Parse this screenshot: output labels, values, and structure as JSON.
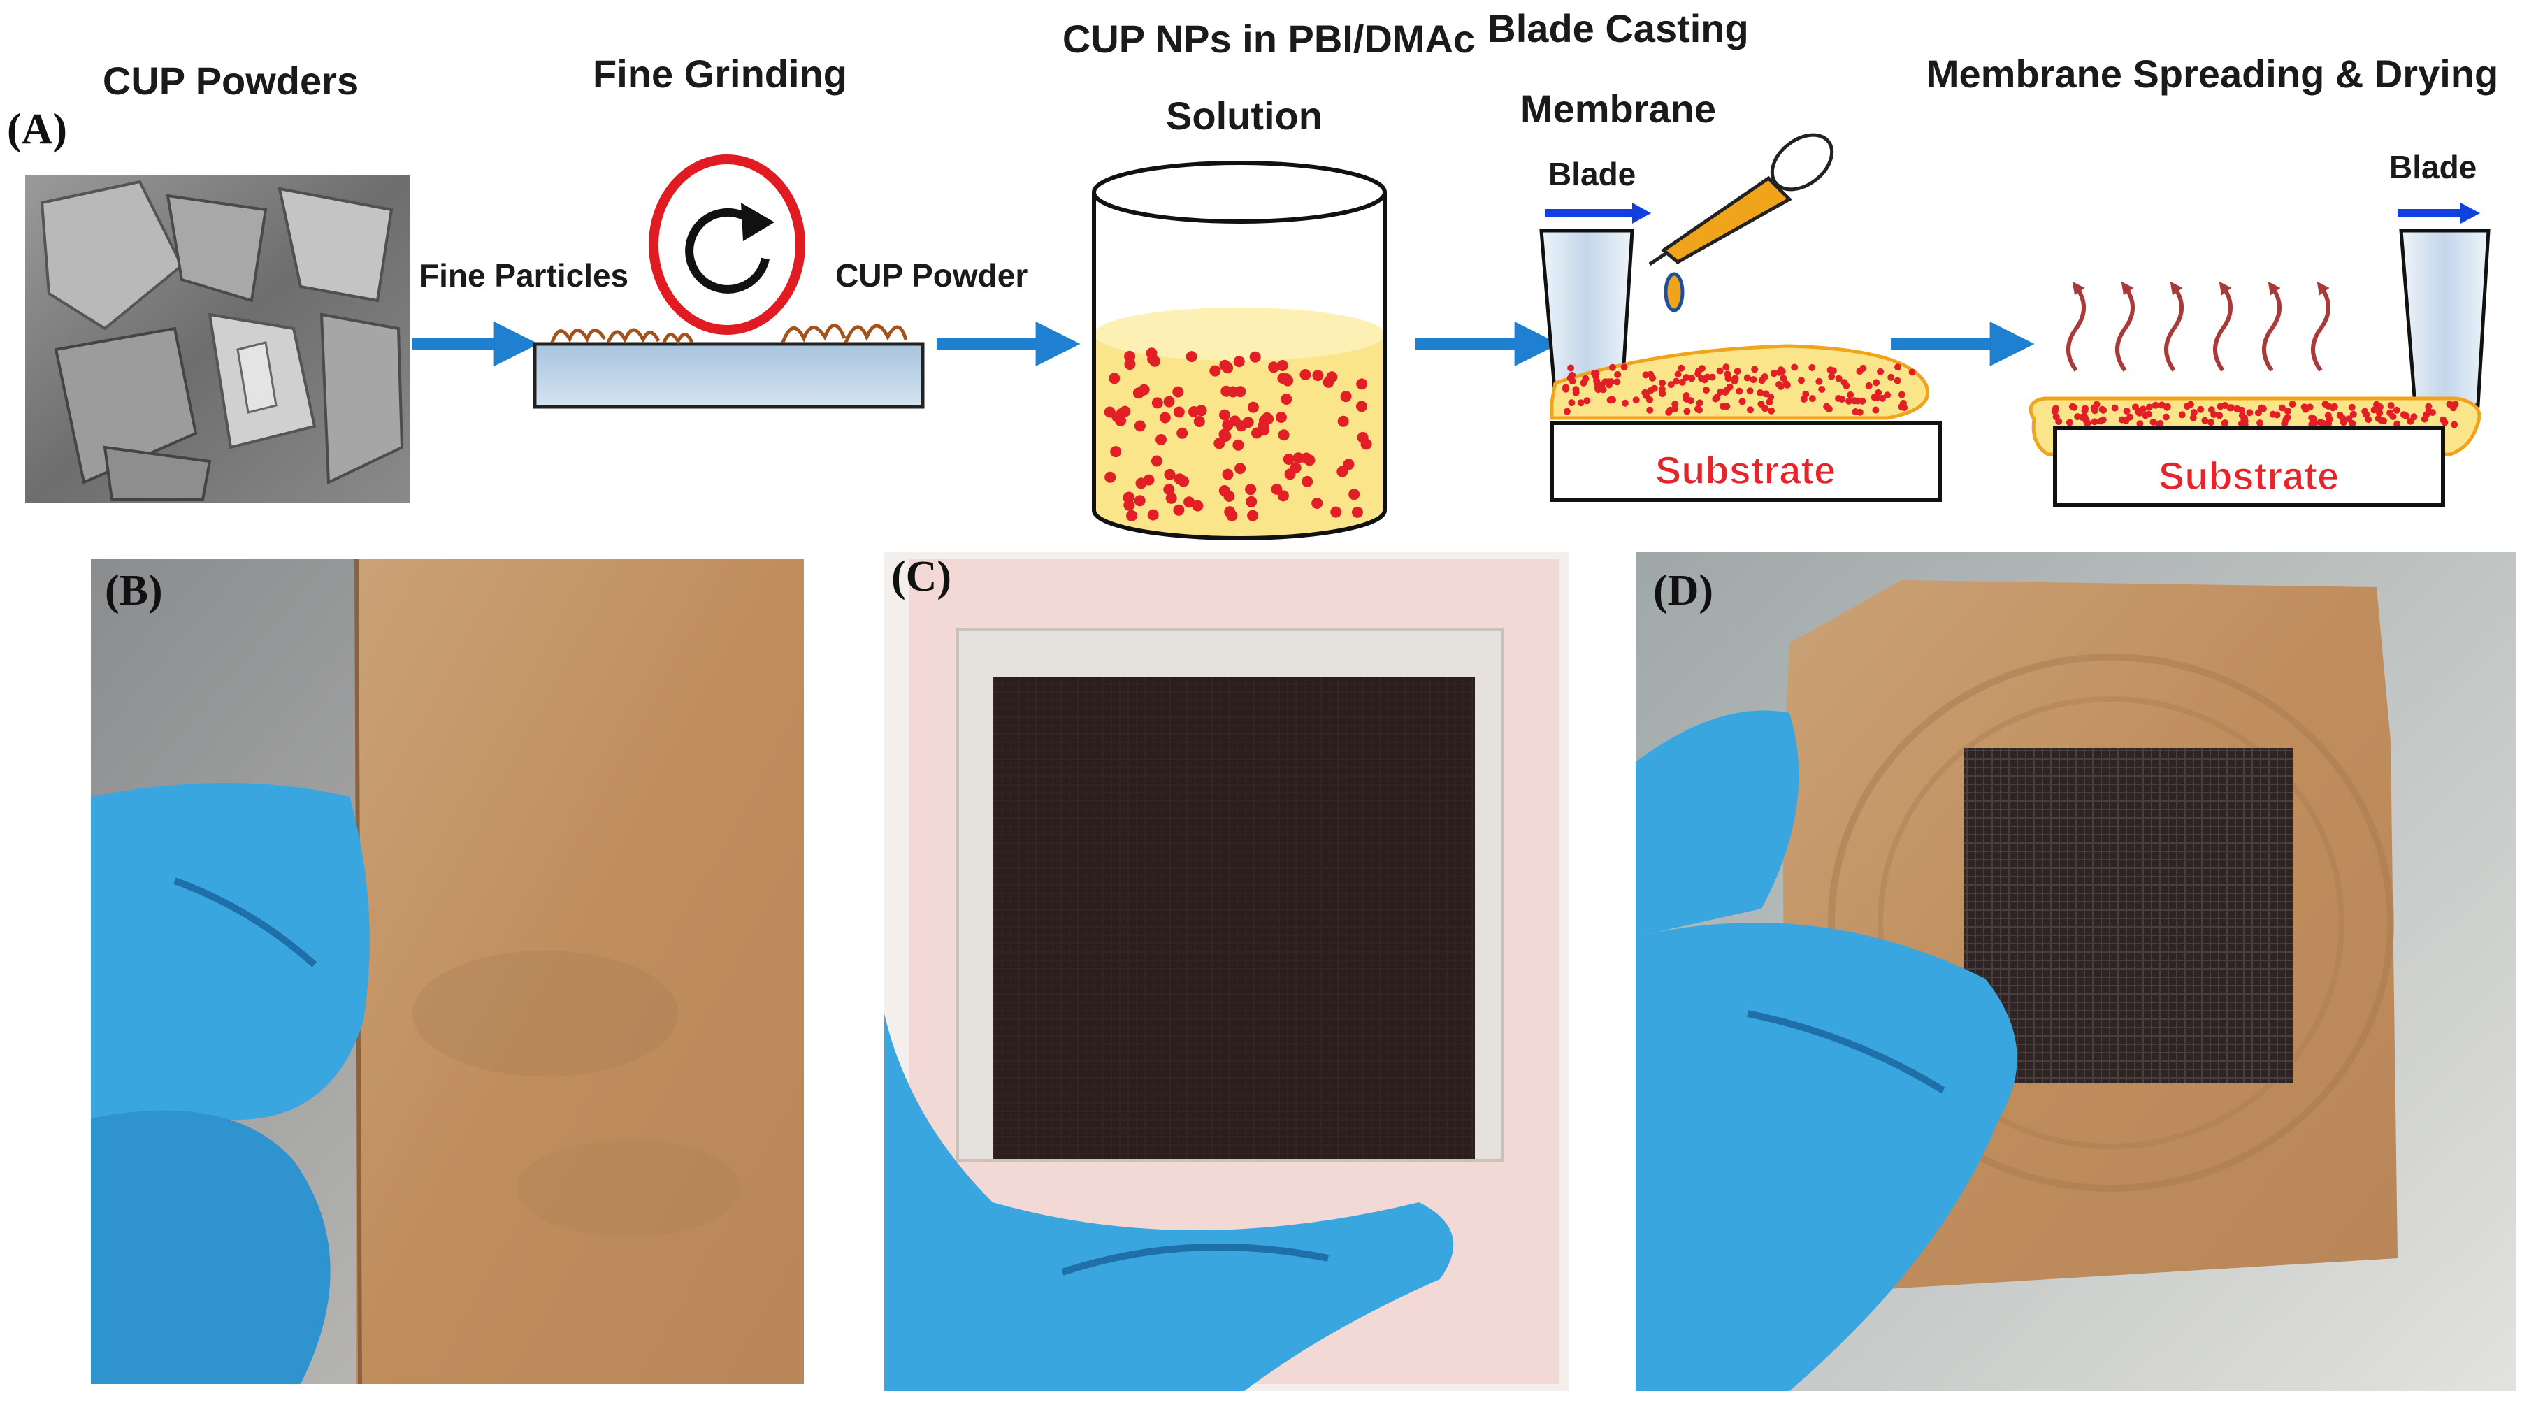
{
  "panels": {
    "a": {
      "letter": "(A)"
    },
    "b": {
      "letter": "(B)"
    },
    "c": {
      "letter": "(C)"
    },
    "d": {
      "letter": "(D)"
    }
  },
  "steps": {
    "powders": {
      "title": "CUP Powders"
    },
    "grinding": {
      "title": "Fine Grinding",
      "left_label": "Fine Particles",
      "right_label": "CUP Powder"
    },
    "solution": {
      "title_line1": "CUP NPs in PBI/DMAc",
      "title_line2": "Solution"
    },
    "casting": {
      "title_line1": "Blade Casting",
      "title_line2": "Membrane",
      "blade_label": "Blade",
      "substrate_label": "Substrate"
    },
    "spreading": {
      "title": "Membrane Spreading & Drying",
      "blade_label": "Blade",
      "substrate_label": "Substrate"
    }
  },
  "colors": {
    "arrow": "#1f7fd0",
    "particle": "#e21e26",
    "solution": "#fbe58a",
    "membrane_tan": "#c8996a",
    "membrane_dark": "#2a1c1a",
    "glove": "#3aa6e0",
    "grind_ring": "#e01b22",
    "dropper": "#f0a41c"
  }
}
